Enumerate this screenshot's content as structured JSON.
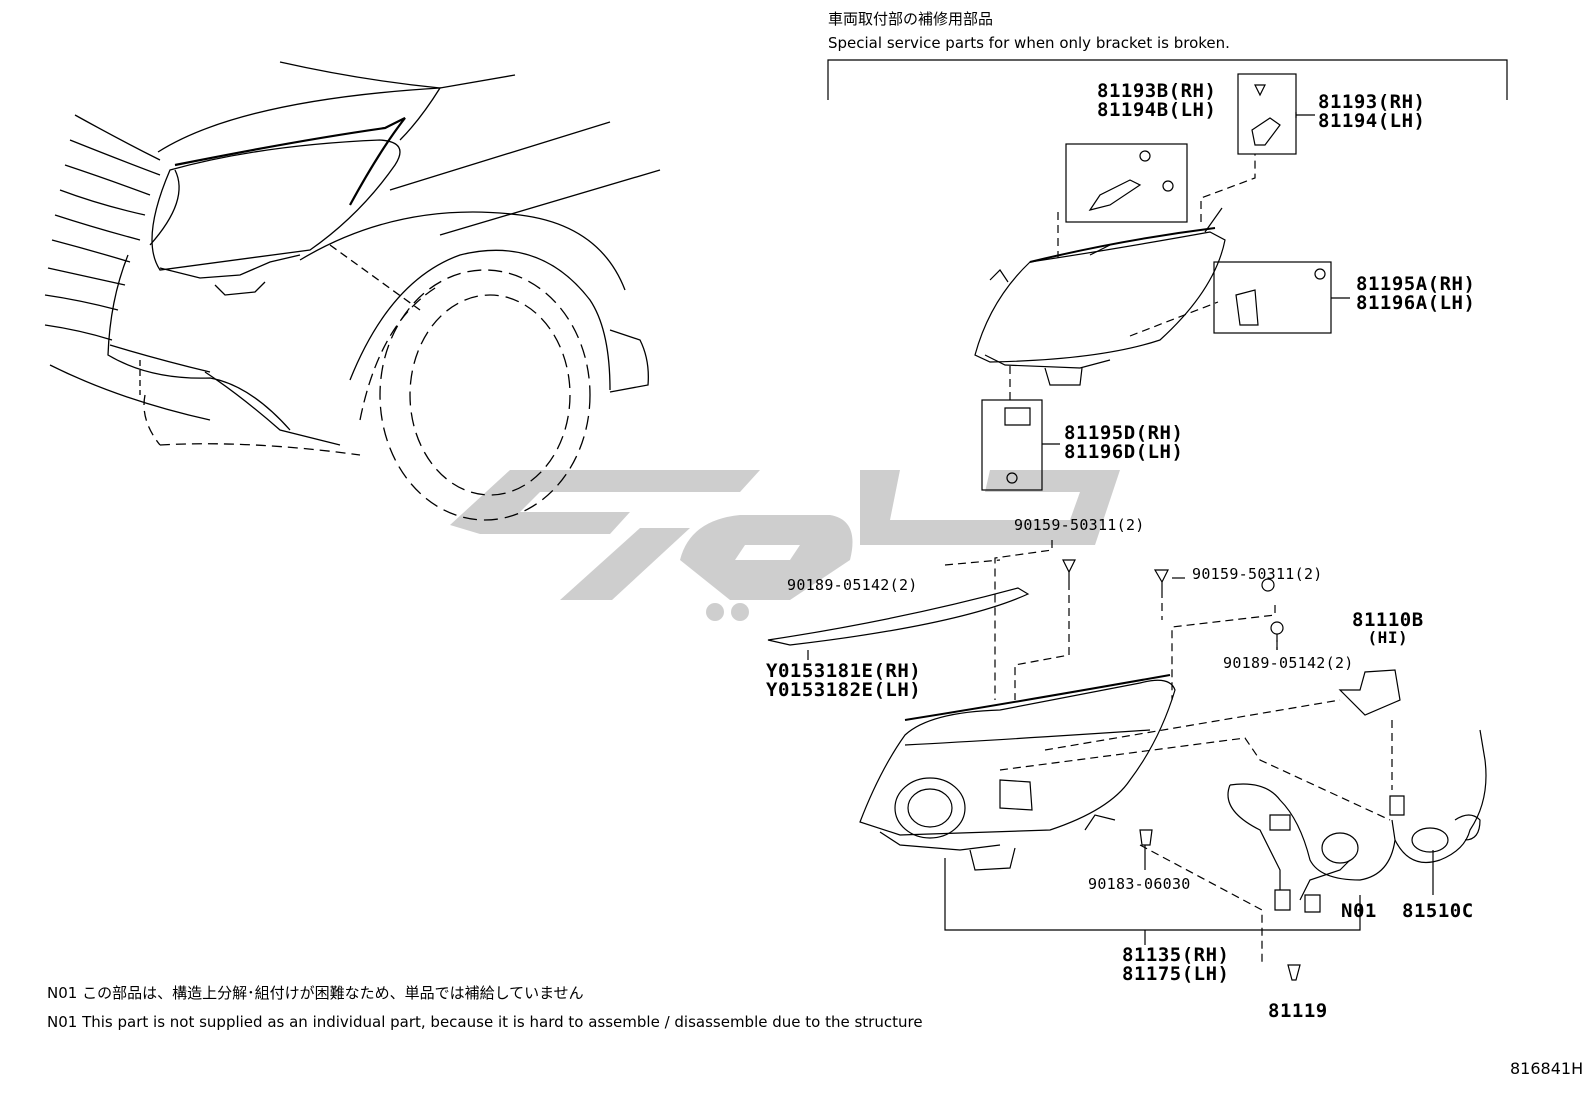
{
  "header": {
    "japanese": "車両取付部の補修用部品",
    "english": "Special service parts for when only bracket is broken."
  },
  "parts": {
    "p81193B": [
      "81193B(RH)",
      "81194B(LH)"
    ],
    "p81193": [
      "81193(RH)",
      "81194(LH)"
    ],
    "p81195A": [
      "81195A(RH)",
      "81196A(LH)"
    ],
    "p81195D": [
      "81195D(RH)",
      "81196D(LH)"
    ],
    "p90159_a": "90159-50311(2)",
    "p90189_a": "90189-05142(2)",
    "p90159_b": "90159-50311(2)",
    "pY015": [
      "Y0153181E(RH)",
      "Y0153182E(LH)"
    ],
    "p81110B": [
      "81110B",
      "(HI)"
    ],
    "p90189_b": "90189-05142(2)",
    "p90183": "90183-06030",
    "pN01": "N01",
    "p81510C": "81510C",
    "p81135": [
      "81135(RH)",
      "81175(LH)"
    ],
    "p81119": "81119"
  },
  "notes": {
    "jp": "N01 この部品は、構造上分解･組付けが困難なため、単品では補給していません",
    "en": "N01 This part is not supplied as an individual part, because it is hard to assemble / disassemble due to the structure"
  },
  "diagram_code": "816841H",
  "colors": {
    "line": "#000000",
    "watermark": "#c9c9c9"
  }
}
